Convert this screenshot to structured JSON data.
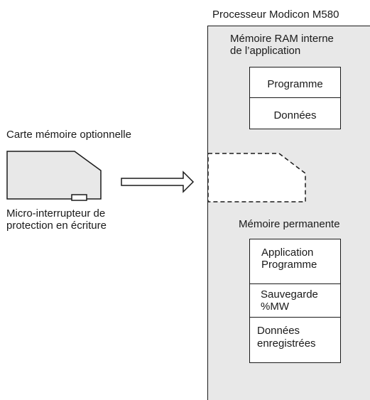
{
  "processor": {
    "title": "Processeur Modicon M580"
  },
  "ram": {
    "title_line1": "Mémoire RAM interne",
    "title_line2": "de l’application",
    "items": [
      "Programme",
      "Données"
    ]
  },
  "memory_card": {
    "title": "Carte mémoire optionnelle",
    "switch_label_line1": "Micro-interrupteur de",
    "switch_label_line2": "protection en écriture"
  },
  "permanent": {
    "title": "Mémoire permanente",
    "items": [
      {
        "line1": "Application",
        "line2": "Programme"
      },
      {
        "line1": "Sauvegarde",
        "line2": "%MW"
      },
      {
        "line1": "Données",
        "line2": "enregistrées"
      }
    ]
  },
  "colors": {
    "processor_fill": "#e8e8e8",
    "line": "#1a1a1a",
    "box_fill": "#ffffff"
  }
}
